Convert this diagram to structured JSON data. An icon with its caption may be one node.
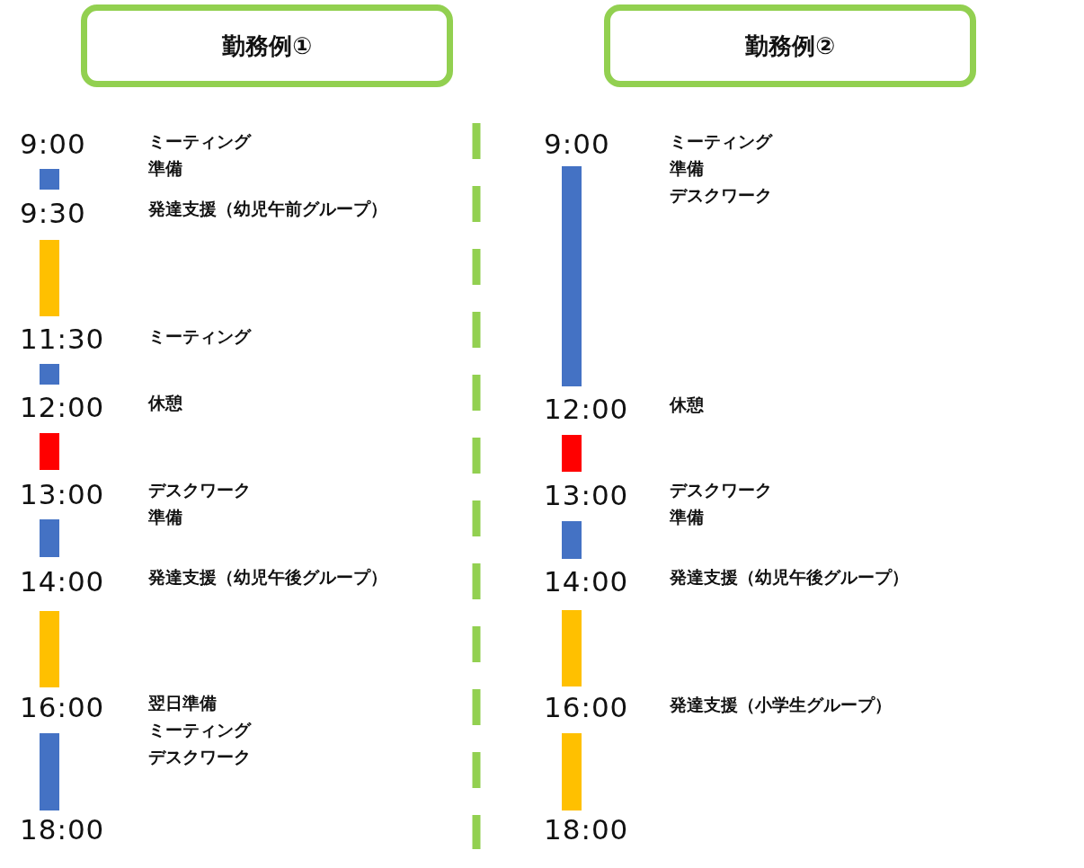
{
  "diagram": {
    "nodes": [
      {
        "text": [
          "勤務例①"
        ]
      },
      {
        "text": [
          "勤務例②"
        ]
      },
      {
        "text": [],
        "shape": "bar"
      },
      {
        "text": [],
        "shape": "bar"
      },
      {
        "text": [],
        "shape": "bar"
      },
      {
        "text": [],
        "shape": "bar"
      },
      {
        "text": [],
        "shape": "bar"
      },
      {
        "text": [],
        "shape": "bar"
      },
      {
        "text": [],
        "shape": "bar"
      },
      {
        "text": [],
        "shape": "bar"
      },
      {
        "text": [],
        "shape": "bar"
      },
      {
        "text": [],
        "shape": "bar"
      },
      {
        "text": [],
        "shape": "bar"
      },
      {
        "text": [],
        "shape": "bar"
      }
    ],
    "labels": [
      "9:00",
      "ミーティング",
      "準備",
      "9:30",
      "発達支援（幼児午前グループ）",
      "11:30",
      "ミーティング",
      "12:00",
      "休憩",
      "13:00",
      "デスクワーク",
      "準備",
      "14:00",
      "発達支援（幼児午後グループ）",
      "16:00",
      "翌日準備",
      "ミーティング",
      "デスクワーク",
      "18:00",
      "9:00",
      "ミーティング",
      "準備",
      "デスクワーク",
      "12:00",
      "休憩",
      "13:00",
      "デスクワーク",
      "準備",
      "14:00",
      "発達支援（幼児午後グループ）",
      "16:00",
      "発達支援（小学生グループ）",
      "18:00"
    ]
  }
}
